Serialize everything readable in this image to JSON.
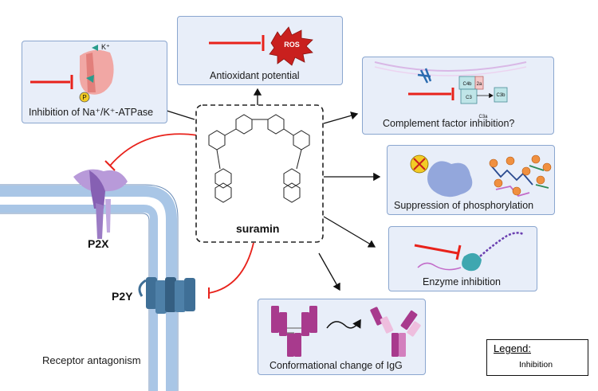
{
  "center": {
    "name": "suramin"
  },
  "effects": {
    "atpase": "Inhibition of Na⁺/K⁺-ATPase",
    "antioxidant": "Antioxidant potential",
    "complement": "Complement factor inhibition?",
    "phosphorylation": "Suppression of phosphorylation",
    "enzyme": "Enzyme inhibition",
    "igg": "Conformational change of IgG"
  },
  "receptors": {
    "p2x": "P2X",
    "p2y": "P2Y",
    "caption": "Receptor antagonism"
  },
  "icon_labels": {
    "ros": "ROS",
    "phosphate": "P",
    "potassium": "K⁺",
    "c4b": "C4b",
    "c2a": "2a",
    "c3": "C3",
    "c3b": "C3b",
    "c3a": "C3a"
  },
  "legend": {
    "title": "Legend:",
    "item": "Inhibition"
  },
  "colors": {
    "inhibition": "#e8221b",
    "box_fill": "#e8eef9",
    "box_border": "#8aa6cf",
    "membrane": "#a9c6e6",
    "p2x": "#9b7bc4",
    "p2y": "#3f6f96",
    "igg": "#a83a8d"
  }
}
